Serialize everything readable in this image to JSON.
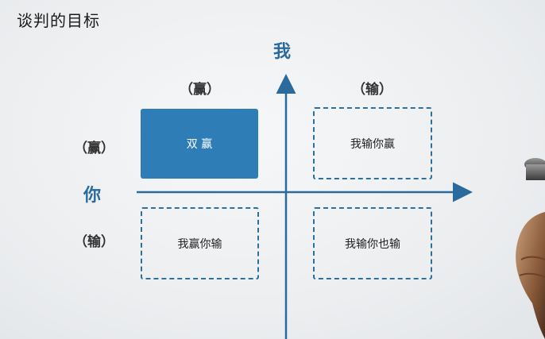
{
  "title": "谈判的目标",
  "axes": {
    "me_label": "我",
    "you_label": "你",
    "me_win": "（赢）",
    "me_lose": "（输）",
    "you_win": "（赢）",
    "you_lose": "（输）"
  },
  "quadrants": {
    "top_left": "双 赢",
    "top_right": "我输你赢",
    "bottom_left": "我赢你输",
    "bottom_right": "我输你也输"
  },
  "colors": {
    "accent": "#2e7db7",
    "axis": "#2b6a9c"
  }
}
